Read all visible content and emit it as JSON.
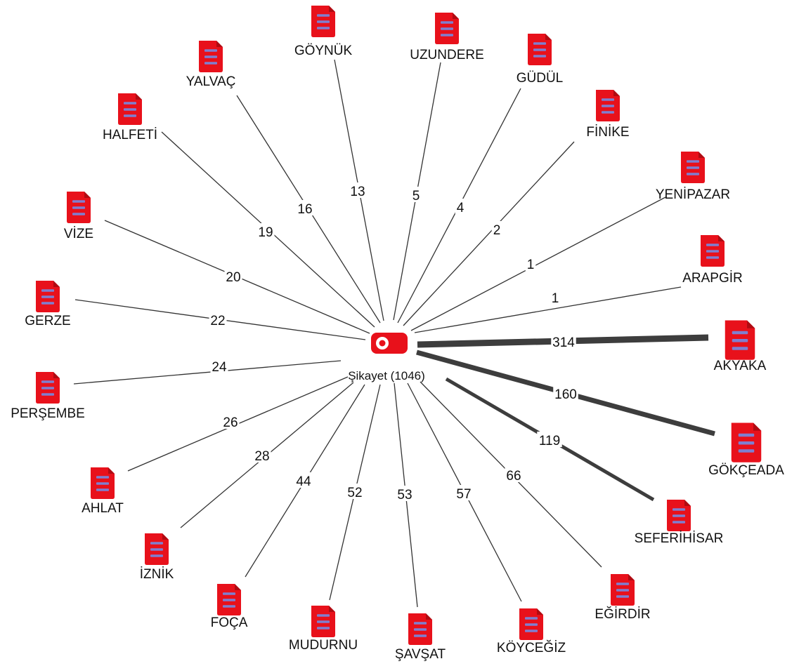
{
  "colors": {
    "node": "#e8111b",
    "node_lines": "#7f7fd0",
    "edge_thin": "#333333",
    "edge_thick": "#3d3d3d"
  },
  "center": {
    "label": "Şikayet (1046)",
    "icon": "toggle-badge-icon"
  },
  "nodes": [
    {
      "id": "akyaka",
      "label": "AKYAKA",
      "count": "314",
      "icon": "document-icon"
    },
    {
      "id": "gokceada",
      "label": "GÖKÇEADA",
      "count": "160",
      "icon": "document-icon"
    },
    {
      "id": "seferihisar",
      "label": "SEFERİHİSAR",
      "count": "119",
      "icon": "document-icon"
    },
    {
      "id": "egirdir",
      "label": "EĞİRDİR",
      "count": "66",
      "icon": "document-icon"
    },
    {
      "id": "koycegiz",
      "label": "KÖYCEĞİZ",
      "count": "57",
      "icon": "document-icon"
    },
    {
      "id": "savsat",
      "label": "ŞAVŞAT",
      "count": "53",
      "icon": "document-icon"
    },
    {
      "id": "mudurnu",
      "label": "MUDURNU",
      "count": "52",
      "icon": "document-icon"
    },
    {
      "id": "foca",
      "label": "FOÇA",
      "count": "44",
      "icon": "document-icon"
    },
    {
      "id": "iznik",
      "label": "İZNİK",
      "count": "28",
      "icon": "document-icon"
    },
    {
      "id": "ahlat",
      "label": "AHLAT",
      "count": "26",
      "icon": "document-icon"
    },
    {
      "id": "persembe",
      "label": "PERŞEMBE",
      "count": "24",
      "icon": "document-icon"
    },
    {
      "id": "gerze",
      "label": "GERZE",
      "count": "22",
      "icon": "document-icon"
    },
    {
      "id": "vize",
      "label": "VİZE",
      "count": "20",
      "icon": "document-icon"
    },
    {
      "id": "halfeti",
      "label": "HALFETİ",
      "count": "19",
      "icon": "document-icon"
    },
    {
      "id": "yalvac",
      "label": "YALVAÇ",
      "count": "16",
      "icon": "document-icon"
    },
    {
      "id": "goynuk",
      "label": "GÖYNÜK",
      "count": "13",
      "icon": "document-icon"
    },
    {
      "id": "uzundere",
      "label": "UZUNDERE",
      "count": "5",
      "icon": "document-icon"
    },
    {
      "id": "gudul",
      "label": "GÜDÜL",
      "count": "4",
      "icon": "document-icon"
    },
    {
      "id": "finike",
      "label": "FİNİKE",
      "count": "2",
      "icon": "document-icon"
    },
    {
      "id": "yenipazar",
      "label": "YENİPAZAR",
      "count": "1",
      "icon": "document-icon"
    },
    {
      "id": "arapgir",
      "label": "ARAPGİR",
      "count": "1",
      "icon": "document-icon"
    }
  ]
}
